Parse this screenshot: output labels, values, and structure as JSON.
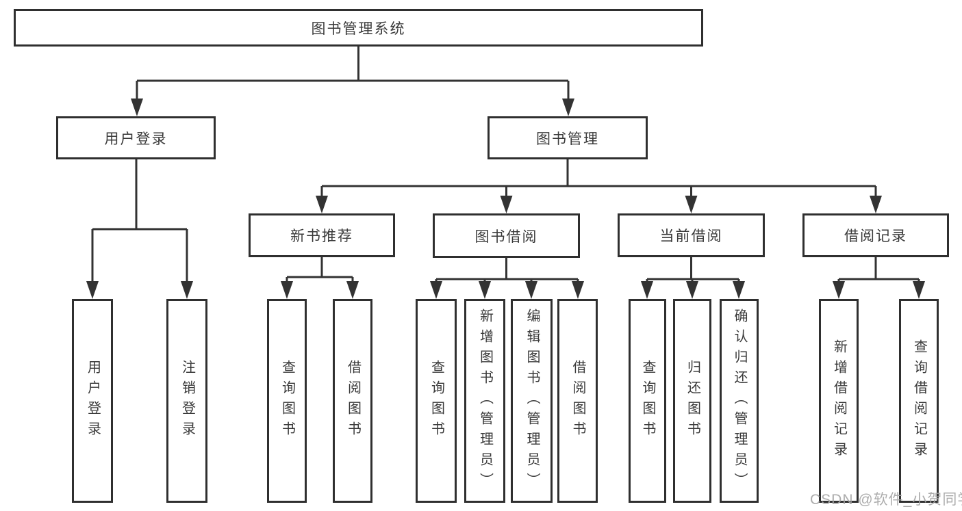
{
  "diagram": {
    "root": {
      "label": "图书管理系统"
    },
    "level2": {
      "user_login": {
        "label": "用户登录"
      },
      "book_mgmt": {
        "label": "图书管理"
      }
    },
    "level3": {
      "new_books": {
        "label": "新书推荐"
      },
      "book_borrow": {
        "label": "图书借阅"
      },
      "current_borrow": {
        "label": "当前借阅"
      },
      "borrow_records": {
        "label": "借阅记录"
      }
    },
    "leaves": {
      "user_login": [
        "用户登录",
        "注销登录"
      ],
      "new_books": [
        "查询图书",
        "借阅图书"
      ],
      "book_borrow": [
        "查询图书",
        "新增图书（管理员）",
        "编辑图书（管理员）",
        "借阅图书"
      ],
      "current_borrow": [
        "查询图书",
        "归还图书",
        "确认归还（管理员）"
      ],
      "borrow_records": [
        "新增借阅记录",
        "查询借阅记录"
      ]
    },
    "colors": {
      "line": "#333333",
      "box_border": "#2f2f2f",
      "box_fill": "#ffffff",
      "text": "#3a3a3a",
      "watermark": "#a5a5a5"
    },
    "watermark": "CSDN @软件_小贺同学"
  }
}
